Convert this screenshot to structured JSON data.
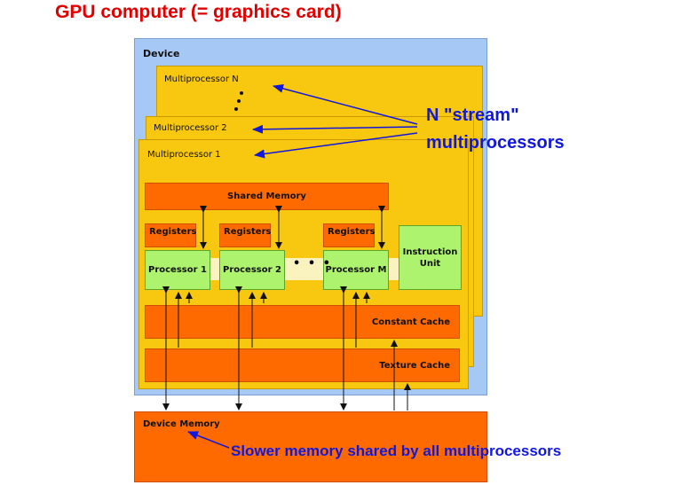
{
  "title": "GPU computer (= graphics card)",
  "colors": {
    "title": "#e00000",
    "annotation": "#1118dd",
    "device_bg": "#a6c8f5",
    "multiprocessor": "#f8c710",
    "memory": "#ff6a00",
    "processor": "#aef36e"
  },
  "device": {
    "label": "Device",
    "multiprocessors": [
      "Multiprocessor N",
      "Multiprocessor 2",
      "Multiprocessor 1"
    ],
    "shared_memory": "Shared Memory",
    "registers": [
      "Registers",
      "Registers",
      "Registers"
    ],
    "processors": [
      "Processor 1",
      "Processor 2",
      "Processor M"
    ],
    "ellipsis": "• • •",
    "instruction_unit": "Instruction Unit",
    "constant_cache": "Constant Cache",
    "texture_cache": "Texture Cache",
    "vertical_ellipsis": "⋮"
  },
  "device_memory": {
    "label": "Device Memory"
  },
  "annotations": {
    "stream_multiprocessors": [
      "N \"stream\"",
      "multiprocessors"
    ],
    "slower_memory": "Slower memory shared by all multiprocessors"
  }
}
